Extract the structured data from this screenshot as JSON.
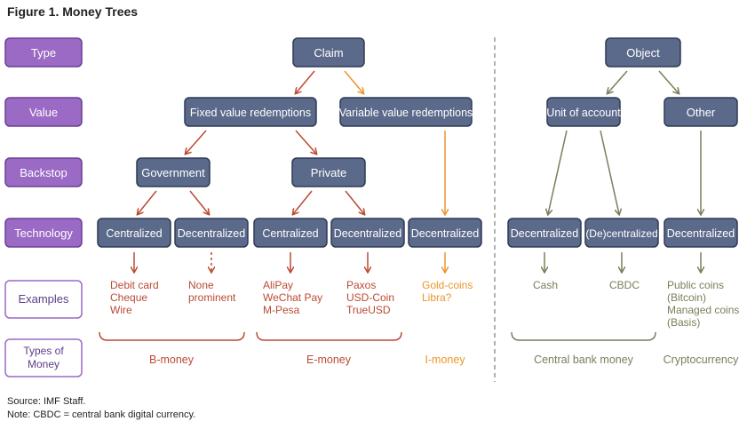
{
  "title": "Figure 1. Money Trees",
  "colors": {
    "node_fill": "#5b6a8a",
    "node_stroke": "#2e3a55",
    "node_text": "#ffffff",
    "purple_fill": "#9a6ac4",
    "purple_stroke": "#6b3f96",
    "red": "#bb4a33",
    "orange": "#ea962b",
    "olive": "#7b7d59",
    "outline_text": "#5d3d86"
  },
  "row_labels": {
    "type": "Type",
    "value": "Value",
    "backstop": "Backstop",
    "technology": "Technology",
    "examples": "Examples",
    "types_of_money": [
      "Types of",
      "Money"
    ]
  },
  "nodes": {
    "claim": "Claim",
    "object": "Object",
    "fixed": "Fixed value redemptions",
    "variable": "Variable value redemptions",
    "unit_of_account": "Unit of account",
    "other": "Other",
    "government": "Government",
    "private": "Private",
    "gov_centralized": "Centralized",
    "gov_decentralized": "Decentralized",
    "priv_centralized": "Centralized",
    "priv_decentralized": "Decentralized",
    "var_decentralized": "Decentralized",
    "uoa_decentralized": "Decentralized",
    "uoa_decentralized2": "(De)centralized",
    "other_decentralized": "Decentralized"
  },
  "examples": {
    "debit": [
      "Debit card",
      "Cheque",
      "Wire"
    ],
    "none": [
      "None",
      "prominent"
    ],
    "alipay": [
      "AliPay",
      "WeChat Pay",
      "M-Pesa"
    ],
    "paxos": [
      "Paxos",
      "USD-Coin",
      "TrueUSD"
    ],
    "gold": [
      "Gold-coins",
      "Libra?"
    ],
    "cash": [
      "Cash"
    ],
    "cbdc": [
      "CBDC"
    ],
    "public": [
      "Public coins",
      "(Bitcoin)",
      "Managed coins",
      "(Basis)"
    ]
  },
  "money_types": {
    "b": "B-money",
    "e": "E-money",
    "i": "I-money",
    "cb": "Central bank money",
    "crypto": "Cryptocurrency"
  },
  "footer": {
    "source": "Source: IMF Staff.",
    "note": "Note: CBDC = central bank digital currency."
  }
}
